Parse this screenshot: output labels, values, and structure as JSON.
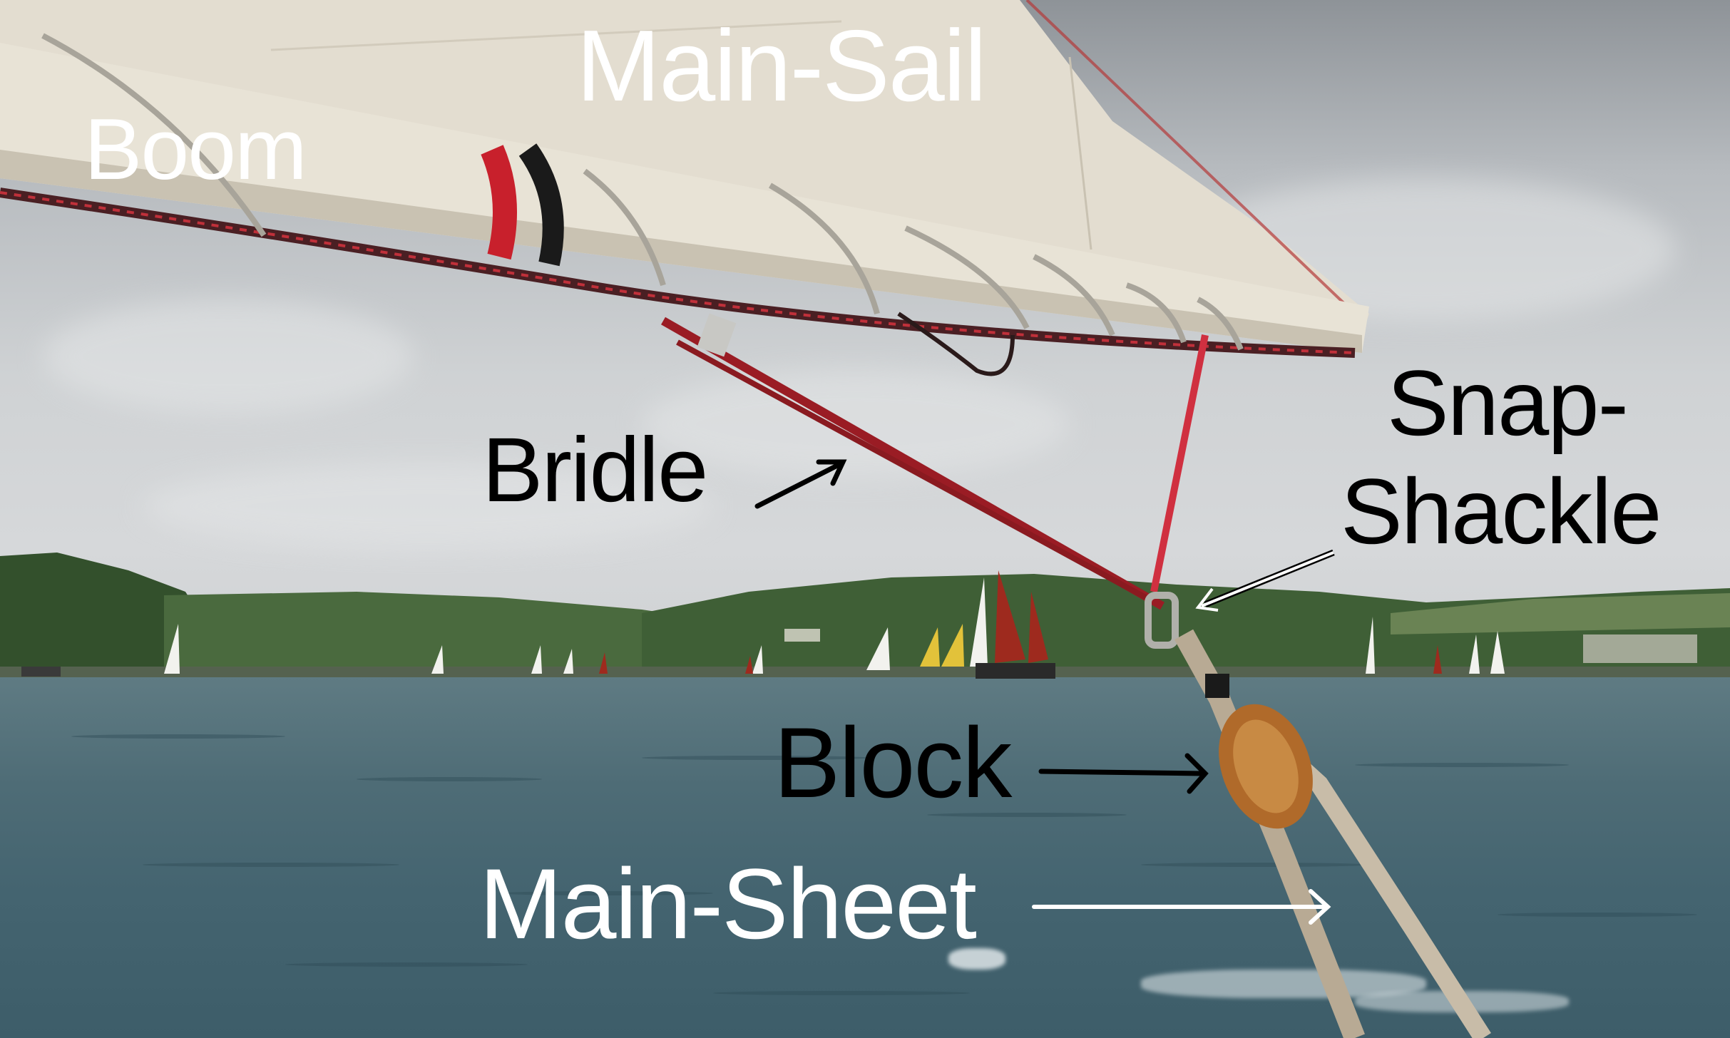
{
  "image": {
    "description": "Photo from a sailboat looking along the boom toward a bay with hills and many sailboats, with part labels",
    "colors": {
      "sky": "#cfd2d4",
      "sea": "#4e6c76",
      "sail": "#e3ddd0",
      "boom": "#e8e3d6",
      "red_band": "#c8202c",
      "bridle_rope": "#9a1c24",
      "block_wood": "#b06a2a",
      "hills": "#3b5a34"
    }
  },
  "labels": {
    "main_sail": "Main-Sail",
    "boom": "Boom",
    "bridle": "Bridle",
    "snap_shackle_line1": "Snap-",
    "snap_shackle_line2": "Shackle",
    "block": "Block",
    "main_sheet": "Main-Sheet"
  }
}
